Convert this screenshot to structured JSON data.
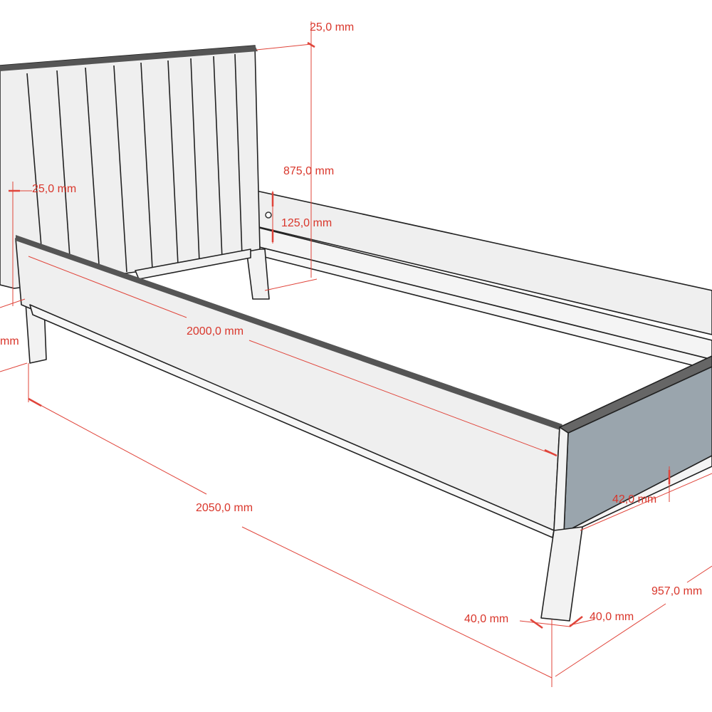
{
  "drawing": {
    "subject": "bed",
    "colors": {
      "dimension": "#e0443a",
      "dimension_text": "#d9362b",
      "panel": "#efefef",
      "footboard": "#9aa5ad",
      "outline": "#222222"
    },
    "dimensions": {
      "headboard_top_thickness": "25,0 mm",
      "headboard_height": "875,0 mm",
      "headboard_side_thickness": "25,0 mm",
      "rail_height": "125,0 mm",
      "inner_length": "2000,0 mm",
      "overall_length": "2050,0 mm",
      "footboard_gap": "42,0 mm",
      "overall_width": "957,0 mm",
      "leg_width_left": "40,0 mm",
      "leg_width_right": "40,0 mm",
      "leg_height_cropped": "mm"
    }
  }
}
